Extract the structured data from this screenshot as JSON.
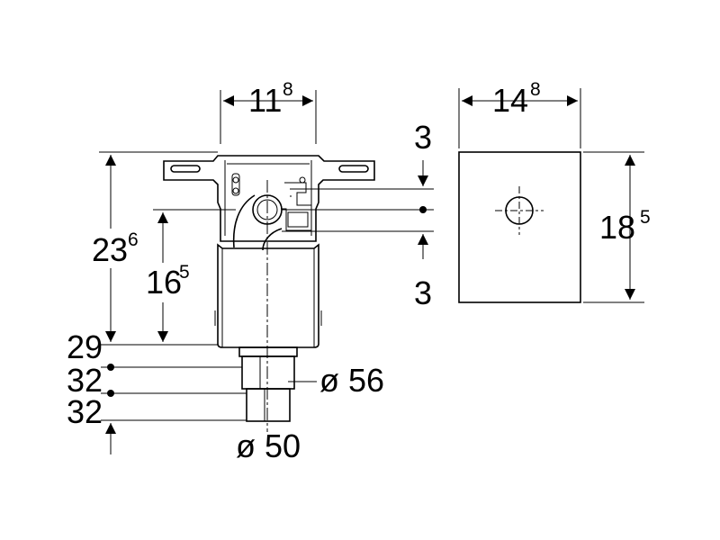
{
  "dimensions": {
    "width_box": {
      "main": "11",
      "sup": "8"
    },
    "width_cover": {
      "main": "14",
      "sup": "8"
    },
    "height_cover": {
      "main": "18",
      "sup": "5"
    },
    "height_total": {
      "main": "23",
      "sup": "6"
    },
    "height_axis": {
      "main": "16",
      "sup": "5"
    },
    "offset_top": "3",
    "offset_bottom": "3",
    "pipe_step_1": "29",
    "pipe_step_2": "32",
    "pipe_step_3": "32",
    "pipe_outer_diameter": "ø 56",
    "pipe_inner_diameter": "ø 50"
  }
}
